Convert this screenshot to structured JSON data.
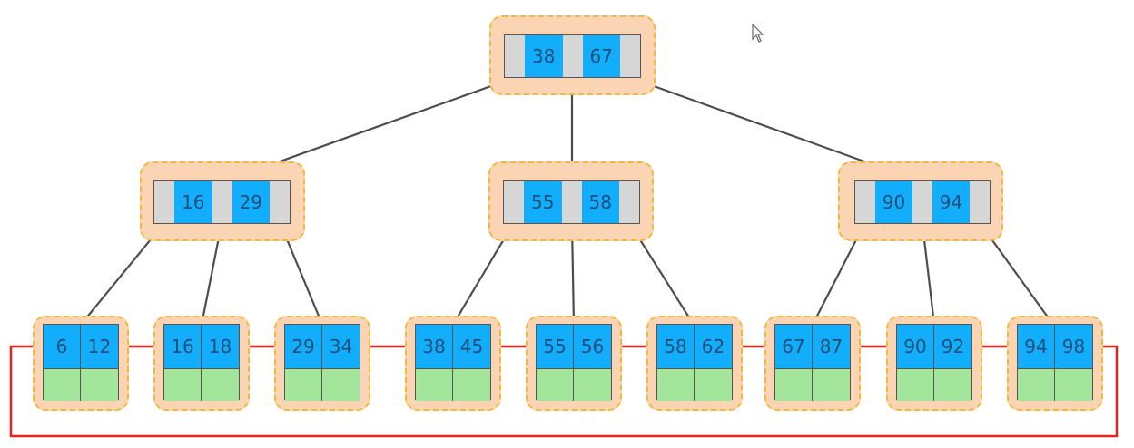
{
  "diagram": {
    "title": "",
    "type": "B+ tree",
    "colors": {
      "node_bg": "#fbd5b3",
      "node_border": "#f0b93a",
      "key_cell": "#12aefb",
      "pointer_cell": "#d6d6d6",
      "data_cell": "#a3e59a",
      "tree_edge": "#4d4d4d",
      "leaf_link": "#e8231b"
    },
    "root": {
      "keys": [
        "38",
        "67"
      ]
    },
    "internal": [
      {
        "keys": [
          "16",
          "29"
        ]
      },
      {
        "keys": [
          "55",
          "58"
        ]
      },
      {
        "keys": [
          "90",
          "94"
        ]
      }
    ],
    "leaves": [
      {
        "keys": [
          "6",
          "12"
        ]
      },
      {
        "keys": [
          "16",
          "18"
        ]
      },
      {
        "keys": [
          "29",
          "34"
        ]
      },
      {
        "keys": [
          "38",
          "45"
        ]
      },
      {
        "keys": [
          "55",
          "56"
        ]
      },
      {
        "keys": [
          "58",
          "62"
        ]
      },
      {
        "keys": [
          "67",
          "87"
        ]
      },
      {
        "keys": [
          "90",
          "92"
        ]
      },
      {
        "keys": [
          "94",
          "98"
        ]
      }
    ],
    "edges": [
      {
        "from": "root",
        "to": "internal-0"
      },
      {
        "from": "root",
        "to": "internal-1"
      },
      {
        "from": "root",
        "to": "internal-2"
      },
      {
        "from": "internal-0",
        "to": "leaf-0"
      },
      {
        "from": "internal-0",
        "to": "leaf-1"
      },
      {
        "from": "internal-0",
        "to": "leaf-2"
      },
      {
        "from": "internal-1",
        "to": "leaf-3"
      },
      {
        "from": "internal-1",
        "to": "leaf-4"
      },
      {
        "from": "internal-1",
        "to": "leaf-5"
      },
      {
        "from": "internal-2",
        "to": "leaf-6"
      },
      {
        "from": "internal-2",
        "to": "leaf-7"
      },
      {
        "from": "internal-2",
        "to": "leaf-8"
      }
    ],
    "leaf_links": "bidirectional between adjacent leaves; wrap-around link from last leaf to first leaf",
    "cursor_icon": "mouse-pointer-arrow"
  }
}
